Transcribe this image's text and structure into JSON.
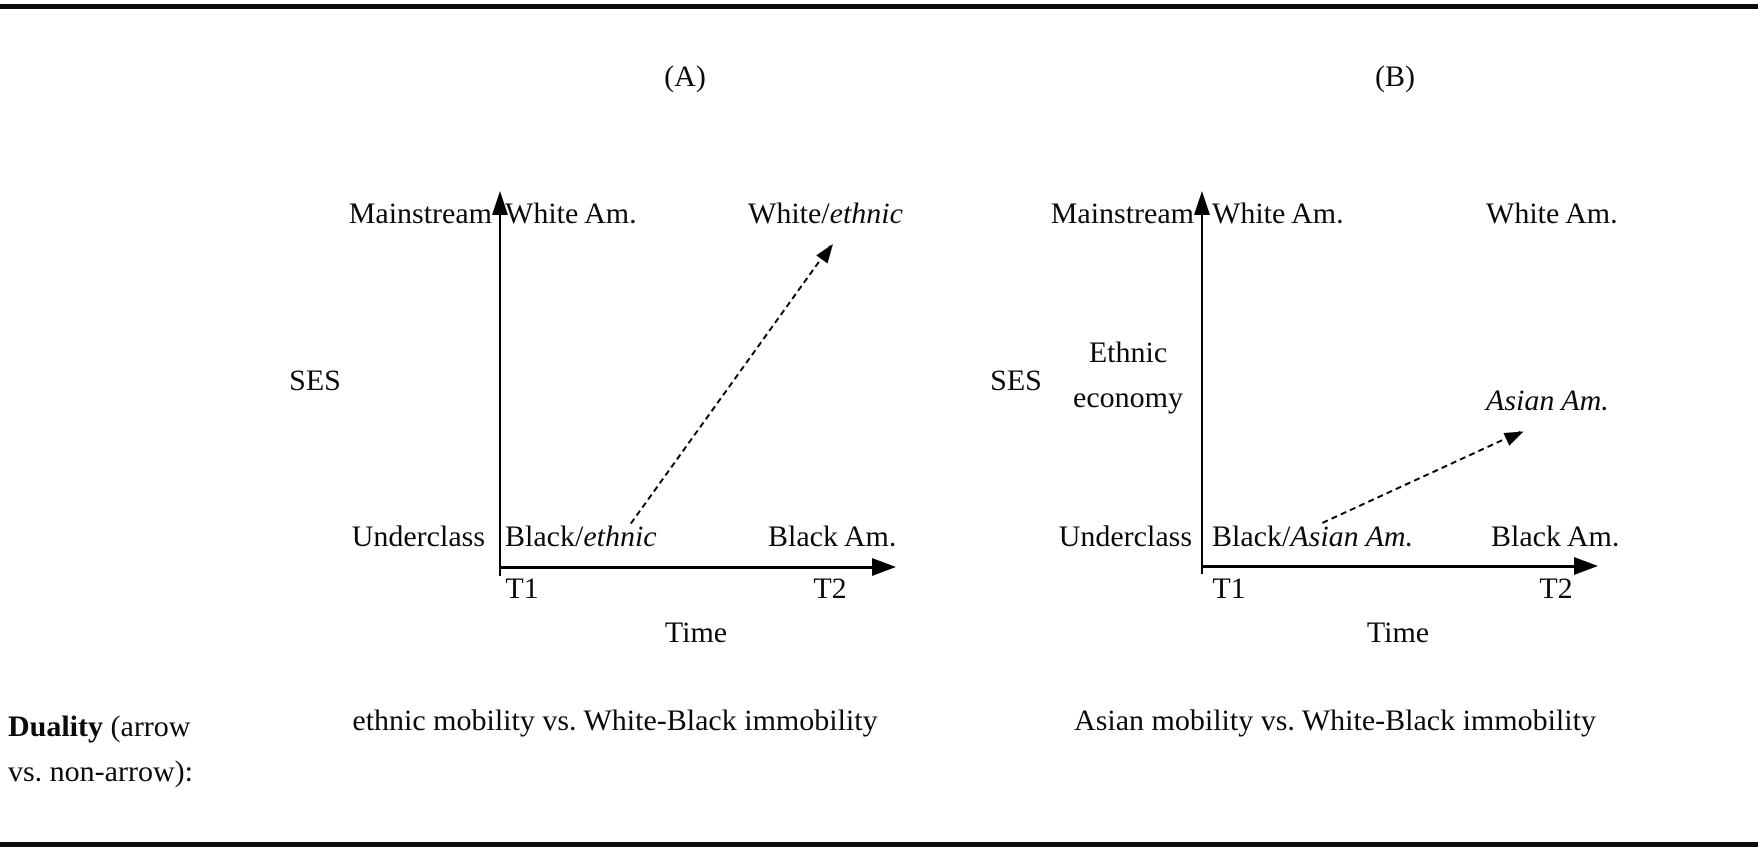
{
  "page": {
    "background": "#ffffff",
    "text_color": "#0a0a0a"
  },
  "panels": {
    "a": {
      "title": "(A)",
      "ses_axis_label": "SES",
      "mainstream_label": "Mainstream",
      "underclass_label": "Underclass",
      "white_am_t1": "White Am.",
      "mobility_target_prefix": "White/",
      "mobility_target_emphasis": "ethnic",
      "origin_prefix": "Black/",
      "origin_emphasis": "ethnic",
      "black_am_t2": "Black Am.",
      "t1_tick": "T1",
      "t2_tick": "T2",
      "time_axis_label": "Time",
      "duality_caption": "ethnic mobility vs. White-Black immobility"
    },
    "b": {
      "title": "(B)",
      "ses_axis_label": "SES",
      "mainstream_label": "Mainstream",
      "ethnic_economy_line1": "Ethnic",
      "ethnic_economy_line2": "economy",
      "underclass_label": "Underclass",
      "white_am_t1": "White Am.",
      "white_am_t2": "White Am.",
      "mobility_target_emphasis": "Asian Am.",
      "origin_prefix": "Black/",
      "origin_emphasis": "Asian Am.",
      "black_am_t2": "Black Am.",
      "t1_tick": "T1",
      "t2_tick": "T2",
      "time_axis_label": "Time",
      "duality_caption": "Asian mobility vs. White-Black immobility"
    }
  },
  "footer": {
    "duality_term": "Duality",
    "duality_line1_rest": " (arrow",
    "duality_line2": "vs. non-arrow):"
  }
}
